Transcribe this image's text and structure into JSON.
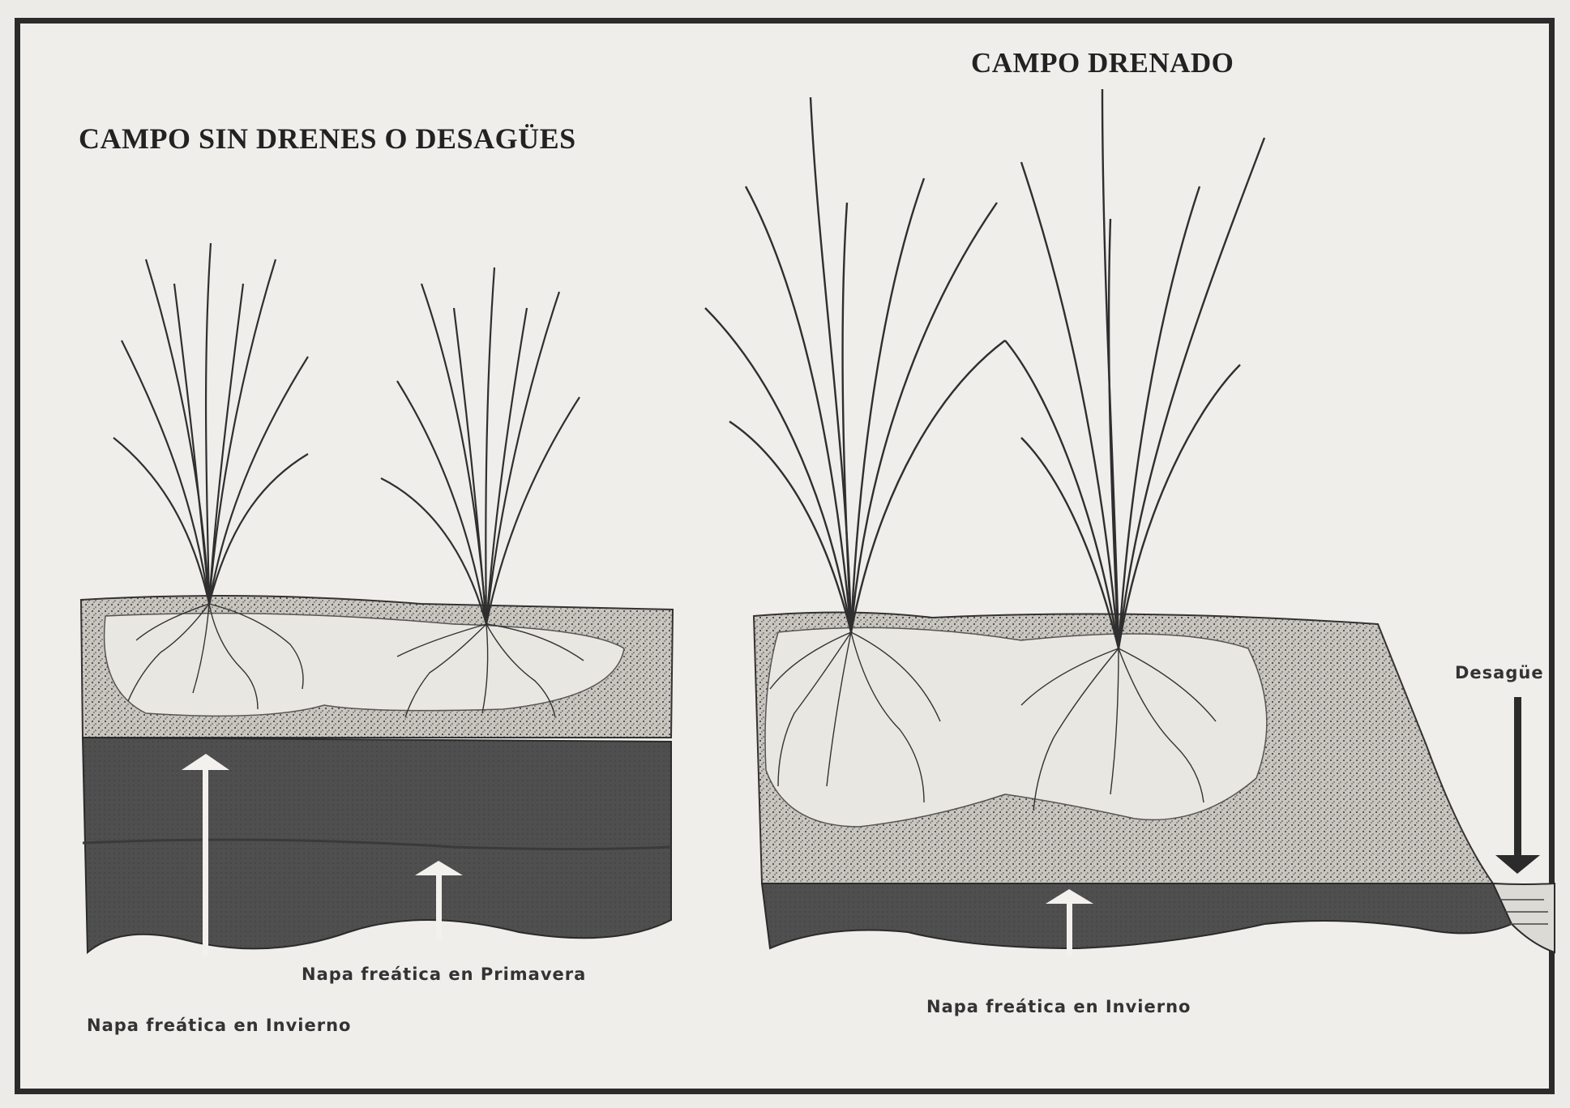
{
  "left_panel": {
    "title": "CAMPO SIN DRENES O DESAGÜES",
    "label_spring": "Napa freática en Primavera",
    "label_winter": "Napa freática en Invierno"
  },
  "right_panel": {
    "title": "CAMPO DRENADO",
    "label_winter": "Napa freática en Invierno",
    "label_drain": "Desagüe"
  },
  "colors": {
    "ink": "#2b2b2b",
    "water_dark": "#4a4a4a",
    "water_mid": "#5c5c5c",
    "soil": "#bdbab4",
    "paper": "#efeeeb"
  }
}
